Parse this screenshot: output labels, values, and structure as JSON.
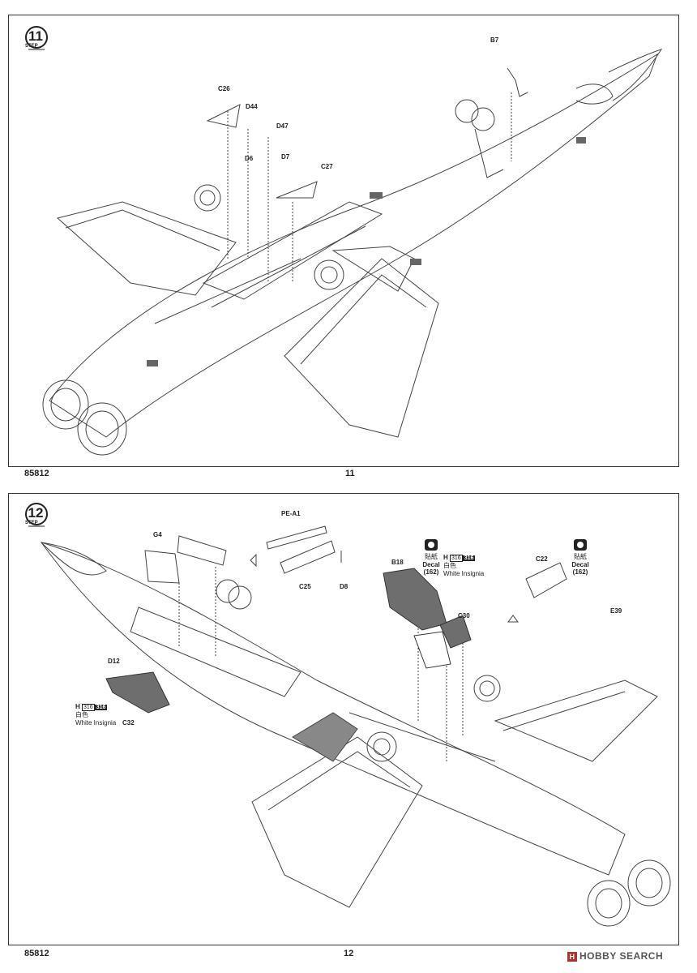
{
  "page_top": {
    "product_code": "85812",
    "page_number": "11"
  },
  "page_bottom": {
    "product_code": "85812",
    "page_number": "12"
  },
  "step11": {
    "number": "11",
    "step_word": "STEP",
    "parts": [
      "B7",
      "C26",
      "D44",
      "D47",
      "D6",
      "D7",
      "C27"
    ]
  },
  "step12": {
    "number": "12",
    "step_word": "STEP",
    "parts": {
      "pe_a1": "PE-A1",
      "g4": "G4",
      "c25": "C25",
      "d8": "D8",
      "b18": "B18",
      "c30": "C30",
      "c22": "C22",
      "e39": "E39",
      "d12": "D12",
      "c32": "C32"
    },
    "decal_a": {
      "jp": "貼紙",
      "label": "Decal",
      "number": "(162)"
    },
    "decal_b": {
      "jp": "貼紙",
      "label": "Decal",
      "number": "(162)"
    },
    "paint_a": {
      "prefix": "H",
      "code_a": "316",
      "code_b": "316",
      "jp": "白色",
      "name": "White Insignia"
    },
    "paint_b": {
      "prefix": "H",
      "code_a": "316",
      "code_b": "316",
      "jp": "白色",
      "name": "White Insignia"
    }
  },
  "watermark": {
    "brand": "HOBBY SEARCH"
  }
}
